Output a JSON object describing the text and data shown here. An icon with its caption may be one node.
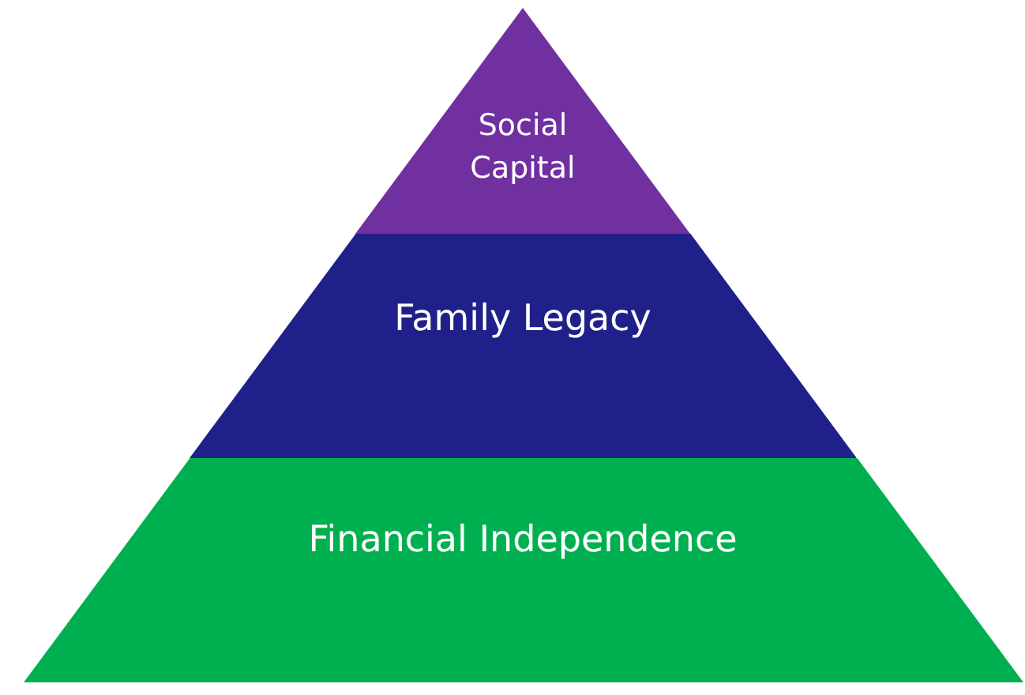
{
  "diagram": {
    "nodes": [
      {
        "text": [
          "Social Capital"
        ]
      },
      {
        "text": [
          "Family Legacy"
        ]
      },
      {
        "text": [
          "Financial Independence"
        ]
      }
    ]
  }
}
